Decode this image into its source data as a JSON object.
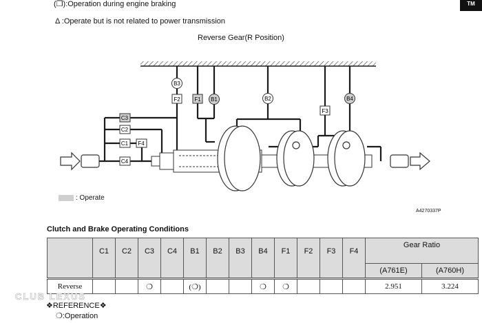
{
  "legend": {
    "engine_braking": "(❒):Operation during engine braking",
    "not_related": "Δ :Operate but is not related to power transmission"
  },
  "corner_badge": "TM",
  "diagram": {
    "title": "Reverse Gear(R Position)",
    "labels": {
      "B3": "B3",
      "F2": "F2",
      "F1": "F1",
      "B1": "B1",
      "B2": "B2",
      "F3": "F3",
      "B4": "B4",
      "C3": "C3",
      "C2": "C2",
      "C1": "C1",
      "F4": "F4",
      "C4": "C4"
    },
    "operating_elements": [
      "C3",
      "F1",
      "B1",
      "B4"
    ],
    "operate_legend": ": Operate",
    "figure_id": "A4270337P",
    "colors": {
      "operate_fill": "#cfcfcf",
      "line": "#1a1a1a"
    }
  },
  "section_title": "Clutch and Brake Operating Conditions",
  "table": {
    "columns": [
      "C1",
      "C2",
      "C3",
      "C4",
      "B1",
      "B2",
      "B3",
      "B4",
      "F1",
      "F2",
      "F3",
      "F4"
    ],
    "gear_ratio_header": "Gear Ratio",
    "gear_ratio_sub": [
      "(A761E)",
      "(A760H)"
    ],
    "rows": [
      {
        "label": "Reverse",
        "cells": [
          "",
          "",
          "❍",
          "",
          "(❍)",
          "",
          "",
          "❍",
          "❍",
          "",
          "",
          ""
        ],
        "ratios": [
          "2.951",
          "3.224"
        ]
      }
    ]
  },
  "watermark": "CLUB LEXUS",
  "reference": {
    "title": "❖REFERENCE❖",
    "operation": "❍:Operation"
  }
}
